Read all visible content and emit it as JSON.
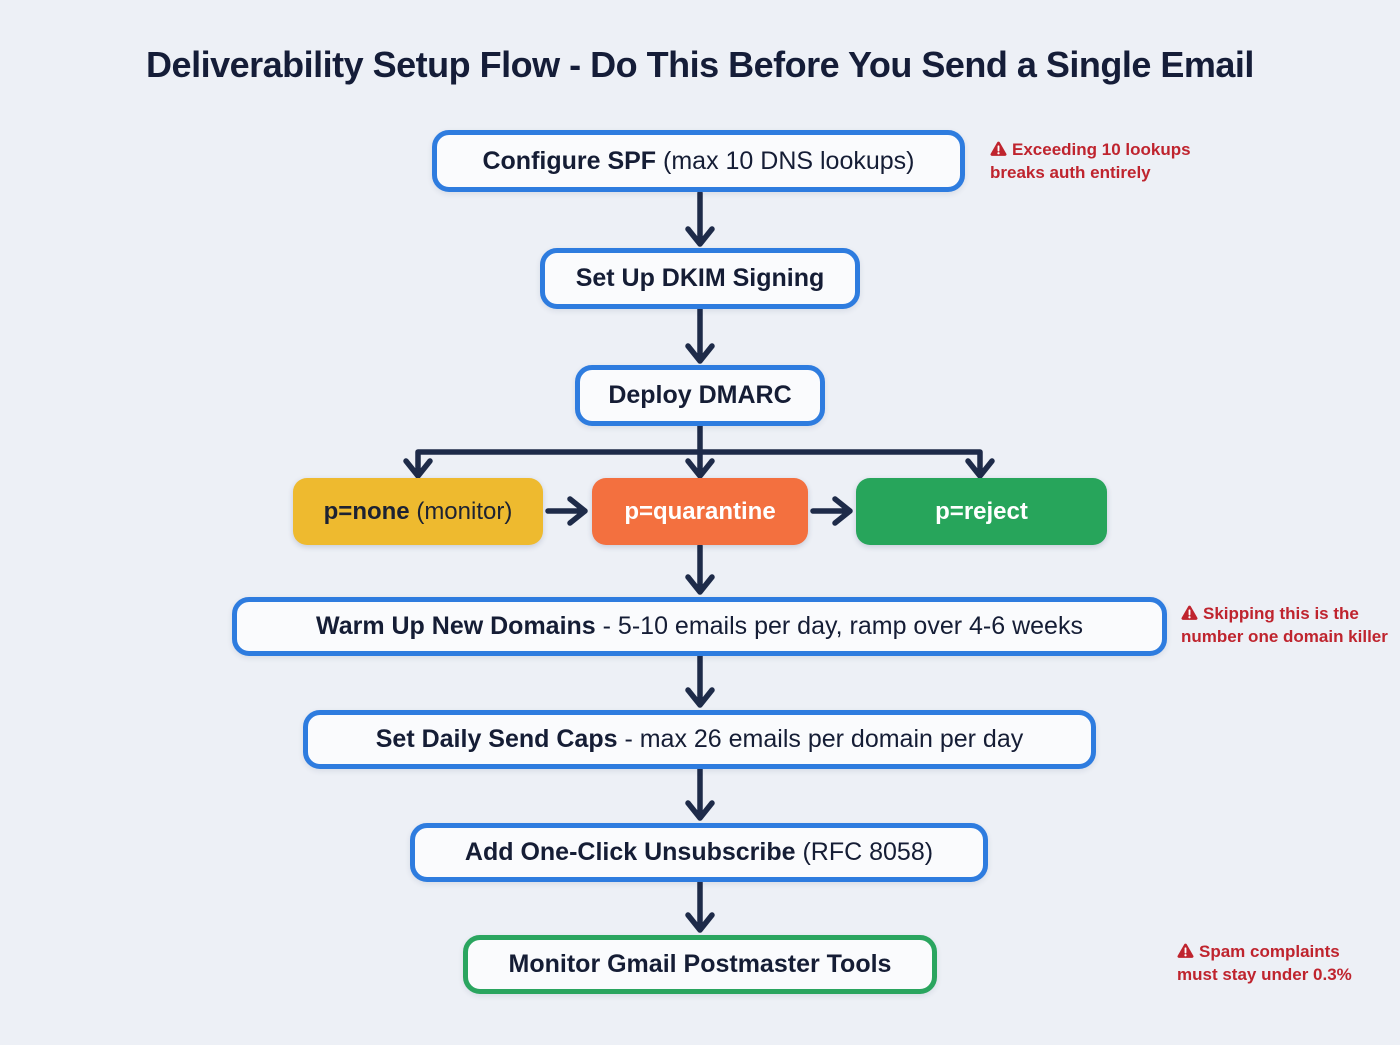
{
  "title": "Deliverability Setup Flow - Do This Before You Send a Single Email",
  "flow": {
    "steps": [
      {
        "bold": "Configure SPF",
        "rest": " (max 10 DNS lookups)"
      },
      {
        "bold": "Set Up DKIM Signing",
        "rest": ""
      },
      {
        "bold": "Deploy DMARC",
        "rest": ""
      },
      {
        "bold": "Warm Up New Domains",
        "rest": " - 5-10 emails per day, ramp over 4-6 weeks"
      },
      {
        "bold": "Set Daily Send Caps",
        "rest": " - max 26 emails per domain per day"
      },
      {
        "bold": "Add One-Click Unsubscribe",
        "rest": " (RFC 8058)"
      },
      {
        "bold": "Monitor Gmail Postmaster Tools",
        "rest": ""
      }
    ],
    "policies": [
      {
        "bold": "p=none",
        "rest": " (monitor)"
      },
      {
        "bold": "p=quarantine",
        "rest": ""
      },
      {
        "bold": "p=reject",
        "rest": ""
      }
    ]
  },
  "warnings": [
    {
      "line1": "Exceeding 10 lookups",
      "line2": "breaks auth entirely"
    },
    {
      "line1": "Skipping this is the",
      "line2": "number one domain killer"
    },
    {
      "line1": "Spam complaints",
      "line2": "must stay under 0.3%"
    }
  ],
  "colors": {
    "background": "#edf0f6",
    "box_fill": "#fafbfd",
    "box_border_blue": "#2e7cdf",
    "monitor_border_green": "#2aa55f",
    "arrow_navy": "#1e2b49",
    "policy_yellow": "#eeba2f",
    "policy_orange": "#f3703f",
    "policy_green": "#27a55b",
    "warning_red": "#bf242e",
    "title_navy": "#151d38"
  }
}
